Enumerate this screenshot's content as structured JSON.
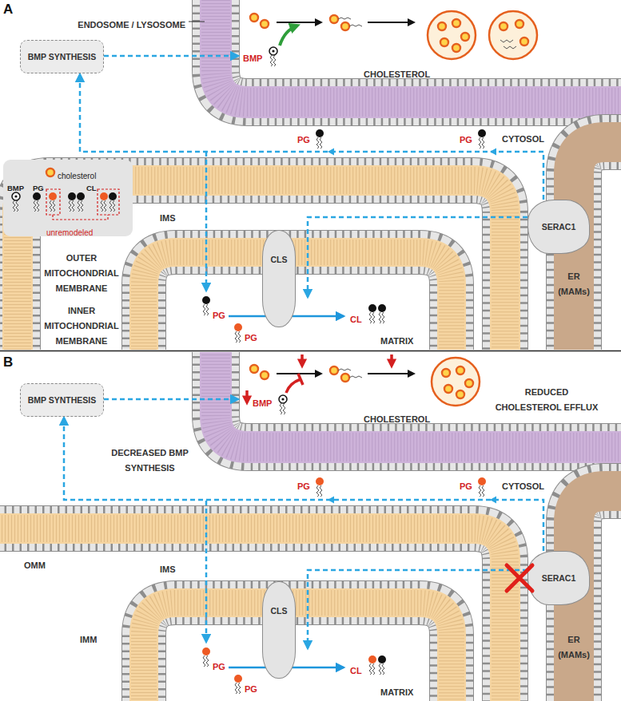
{
  "diagram": {
    "nodes": [
      {
        "text": [
          "BMP SYNTHESIS"
        ]
      },
      {
        "text": [
          "SERAC1"
        ]
      },
      {
        "text": [
          "CLS"
        ]
      },
      {
        "text": [
          "BMP SYNTHESIS"
        ]
      },
      {
        "text": [
          "SERAC1"
        ]
      },
      {
        "text": [
          "CLS"
        ]
      }
    ],
    "edges": [
      {
        "from": 1,
        "to": 0,
        "arrow": "to"
      },
      {
        "from": 4,
        "to": 3,
        "arrow": "to"
      }
    ],
    "labels": [
      "A",
      "ENDOSOME / LYSOSOME",
      "BMP",
      "CHOLESTEROL",
      "CYTOSOL",
      "PG",
      "PG",
      "IMS",
      "OUTER MITOCHONDRIAL MEMBRANE",
      "INNER MITOCHONDRIAL MEMBRANE",
      "ER (MAMs)",
      "PG",
      "PG",
      "CL",
      "MATRIX",
      "B",
      "BMP",
      "CHOLESTEROL",
      "REDUCED CHOLESTEROL EFFLUX",
      "DECREASED BMP SYNTHESIS",
      "CYTOSOL",
      "PG",
      "PG",
      "OMM",
      "IMS",
      "ER (MAMs)",
      "IMM",
      "PG",
      "PG",
      "CL",
      "MATRIX"
    ],
    "legend": [
      {
        "text": "cholesterol"
      },
      {
        "text": "BMP"
      },
      {
        "text": "PG"
      },
      {
        "text": "CL"
      },
      {
        "text": "unremodeled"
      }
    ]
  }
}
